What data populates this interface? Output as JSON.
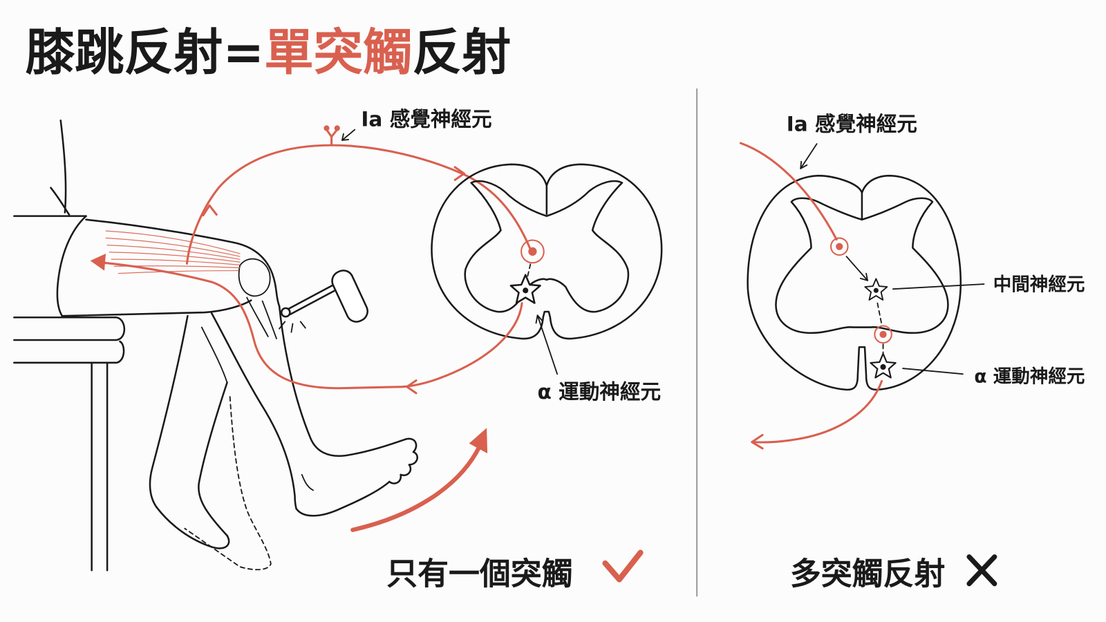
{
  "title": {
    "prefix": "膝跳反射",
    "equals": "=",
    "highlight": "單突觸",
    "suffix": "反射"
  },
  "left_panel": {
    "sensory_label": "Ia 感覺神經元",
    "motor_label": "α 運動神經元",
    "caption": "只有一個突觸",
    "caption_icon": "check-icon"
  },
  "right_panel": {
    "sensory_label": "Ia 感覺神經元",
    "interneuron_label": "中間神經元",
    "motor_label": "α 運動神經元",
    "caption": "多突觸反射",
    "caption_icon": "cross-icon"
  },
  "colors": {
    "accent": "#d9604f",
    "ink": "#1a1a1a",
    "divider": "#9a9a9a",
    "background": "#fcfcfc"
  }
}
